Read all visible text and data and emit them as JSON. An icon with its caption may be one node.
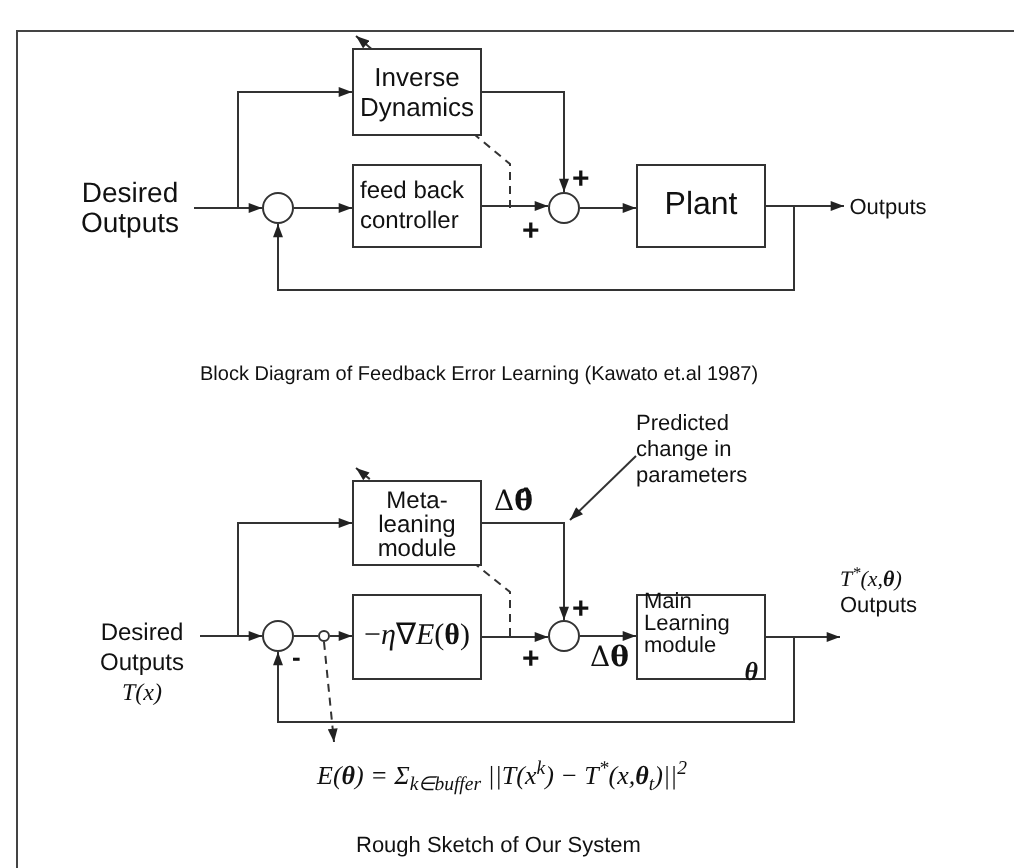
{
  "diagram": {
    "nodes": [
      {
        "text": [
          "Desired Outputs"
        ]
      },
      {
        "text": [
          "Inverse Dynamics"
        ]
      },
      {
        "text": [],
        "shape": "circle"
      },
      {
        "text": [
          "feed back controller"
        ]
      },
      {
        "text": [],
        "shape": "circle"
      },
      {
        "text": [
          "Plant"
        ]
      },
      {
        "text": [
          "Outputs"
        ]
      },
      {
        "text": [
          "Desired Outputs",
          "T(x)"
        ]
      },
      {
        "text": [
          "Predicted change in parameters"
        ]
      },
      {
        "text": [
          "Meta- leaning module"
        ]
      },
      {
        "text": [],
        "shape": "circle"
      },
      {
        "text": [],
        "shape": "circle"
      },
      {
        "text": [
          "−*η*∇*E*(**θ**)"
        ]
      },
      {
        "text": [],
        "shape": "circle"
      },
      {
        "text": [
          "Main Learning module",
          "θ"
        ]
      },
      {
        "text": [
          "T$^{*}$(x,**θ**)",
          "Outputs"
        ]
      },
      {
        "text": [
          "E(**θ**) = Σ$_{k∈buffer}$ ||T(x$^{k}$) − T$^{*}$(x,**θ**$_{t}$)||$^{2}$"
        ]
      }
    ],
    "edges": [
      {
        "from": 0,
        "to": 2,
        "arrow": "to"
      },
      {
        "from": 0,
        "to": 1,
        "arrow": "to"
      },
      {
        "from": 2,
        "to": 3,
        "arrow": "to"
      },
      {
        "from": 1,
        "to": 4,
        "arrow": "to"
      },
      {
        "from": 3,
        "to": 4,
        "arrow": "to"
      },
      {
        "from": 4,
        "to": 5,
        "arrow": "to"
      },
      {
        "from": 5,
        "to": 6,
        "arrow": "to"
      },
      {
        "from": 5,
        "to": 2,
        "arrow": "to"
      },
      {
        "from": 8,
        "to": null,
        "arrow": "to"
      },
      {
        "from": 7,
        "to": 10,
        "arrow": "to"
      },
      {
        "from": 7,
        "to": 9,
        "arrow": "to"
      },
      {
        "from": 9,
        "to": 13,
        "arrow": "to",
        "label": "Δ**θ̂**"
      },
      {
        "from": 10,
        "to": 11,
        "arrow": "none"
      },
      {
        "from": 11,
        "to": 12,
        "arrow": "to"
      },
      {
        "from": 12,
        "to": 13,
        "arrow": "to"
      },
      {
        "from": 13,
        "to": 14,
        "arrow": "to",
        "label": "Δ**θ**"
      },
      {
        "from": 14,
        "to": 15,
        "arrow": "to"
      },
      {
        "from": 14,
        "to": 10,
        "arrow": "to"
      },
      {
        "from": 11,
        "to": 16,
        "arrow": "to",
        "style": "dashed"
      },
      {
        "from": null,
        "to": 1,
        "arrow": "to",
        "style": "dashed"
      },
      {
        "from": null,
        "to": 9,
        "arrow": "to",
        "style": "dashed"
      }
    ],
    "labels": [
      "+",
      "+",
      "Block Diagram of Feedback Error Learning (Kawato et.al 1987)",
      "+",
      "-",
      "+",
      "Rough Sketch of Our System"
    ]
  }
}
